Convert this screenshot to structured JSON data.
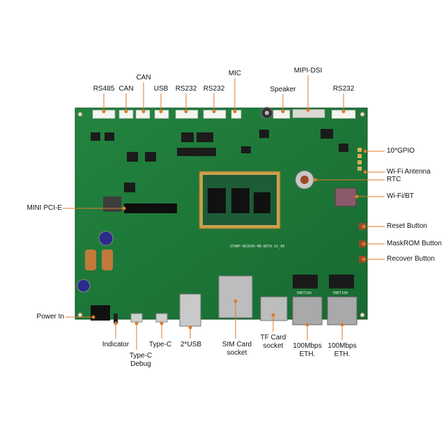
{
  "labels": {
    "top": {
      "rs485": "RS485",
      "can1": "CAN",
      "can2": "CAN",
      "usb": "USB",
      "rs232_1": "RS232",
      "rs232_2": "RS232",
      "mic": "MIC",
      "speaker": "Speaker",
      "mipi_dsi": "MIPI-DSI",
      "rs232_3": "RS232"
    },
    "right": {
      "gpio": "10*GPIO",
      "wifi_antenna": "Wi-Fi Antenna",
      "rtc": "RTC",
      "wifi_bt": "Wi-Fi/BT",
      "reset_button": "Reset Button",
      "maskrom_button": "MaskROM Button",
      "recover_button": "Recover Button"
    },
    "left": {
      "mini_pcie": "MINI PCI-E",
      "power_in": "Power In"
    },
    "bottom": {
      "indicator": "Indicator",
      "typec_debug_1": "Type-C",
      "typec_debug_2": "Debug",
      "typec": "Type-C",
      "usb2": "2*USB",
      "sim_1": "SIM Card",
      "sim_2": "socket",
      "tf_1": "TF Card",
      "tf_2": "socket",
      "eth1_1": "100Mbps",
      "eth1_2": "ETH.",
      "eth2_1": "100Mbps",
      "eth2_2": "ETH."
    }
  },
  "board": {
    "silkscreen": "STAMP-RK3506-MB-BETA-V1_00",
    "eth_jack_1": "ENET100",
    "eth_jack_2": "ENET100"
  },
  "colors": {
    "pcb": "#1f7a3a",
    "pcb_dark": "#145c2a",
    "accent": "#e07a2a",
    "leader": "#e07a2a"
  }
}
